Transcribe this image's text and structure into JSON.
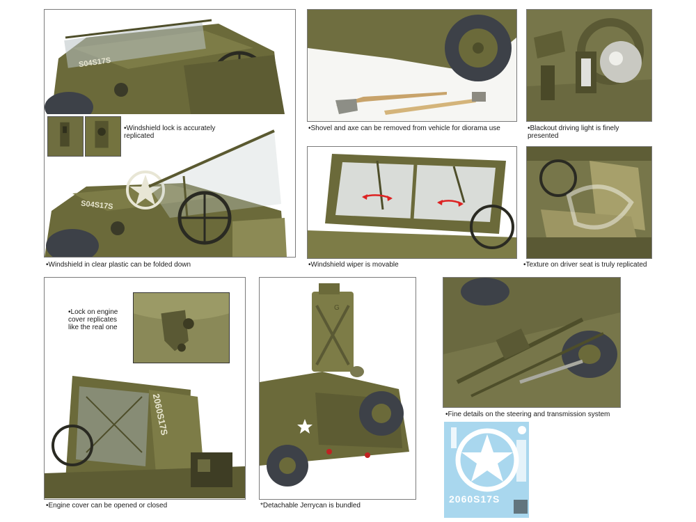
{
  "captions": {
    "windshield_lock": "•Windshield lock is accurately replicated",
    "shovel_axe": "•Shovel and axe can be removed from vehicle for diorama use",
    "blackout_light": "•Blackout driving light is finely presented",
    "windshield_fold": "•Windshield in clear plastic can be folded down",
    "wiper": "•Windshield wiper is movable",
    "seat_texture": "•Texture on driver seat is truly replicated",
    "engine_lock": "•Lock on engine cover replicates like the real one",
    "engine_cover": "•Engine cover can be opened or closed",
    "jerrycan": "*Detachable Jerrycan is bundled",
    "steering": "•Fine details on the steering and transmission system"
  },
  "markings": {
    "hood_number": "S04S17S",
    "opened_hood_number": "2060S17S",
    "decal_number": "2060S17S",
    "jerrycan_letters": "G"
  },
  "colors": {
    "olive": "#6b6a3a",
    "olive_dark": "#4e4e2a",
    "olive_light": "#8c8a55",
    "tire": "#3d4148",
    "decal_blue": "#a9d7ee",
    "frame": "#7a7a7a"
  }
}
